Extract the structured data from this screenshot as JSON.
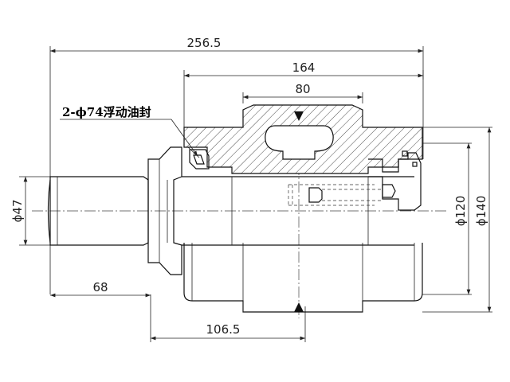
{
  "drawing": {
    "title": "",
    "dimensions": {
      "overall_length": "256.5",
      "body_length": "164",
      "rim_width": "80",
      "shaft_offset": "68",
      "half_length": "106.5",
      "shaft_diameter": "ϕ47",
      "inner_diameter": "ϕ120",
      "outer_diameter": "ϕ140"
    },
    "callout": {
      "seal_label": "2-ϕ74浮动油封"
    }
  }
}
